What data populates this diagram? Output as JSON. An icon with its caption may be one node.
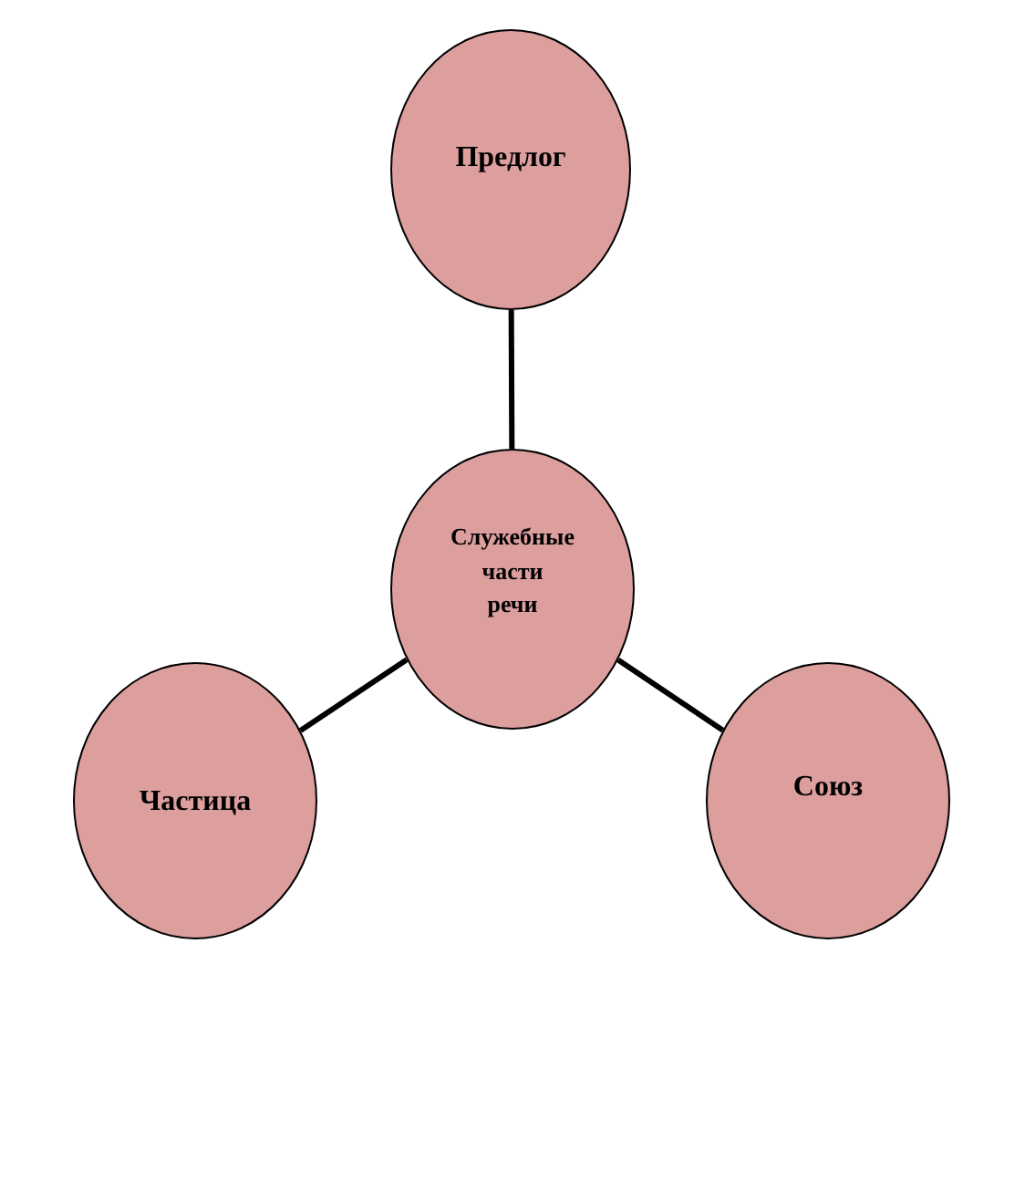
{
  "diagram": {
    "nodes": [
      {
        "text": [
          "Предлог"
        ]
      },
      {
        "text": [
          "Служебные части речи"
        ]
      },
      {
        "text": [
          "Частица"
        ]
      },
      {
        "text": [
          "Союз"
        ]
      }
    ],
    "edges": [
      {
        "from": 1,
        "to": 0,
        "arrow": "none"
      },
      {
        "from": 1,
        "to": 2,
        "arrow": "none"
      },
      {
        "from": 1,
        "to": 3,
        "arrow": "none"
      }
    ]
  }
}
